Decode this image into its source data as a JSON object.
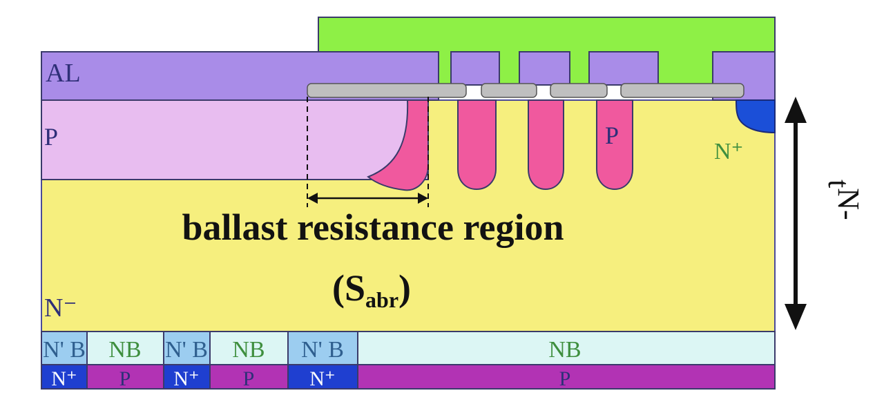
{
  "labels": {
    "al": "AL",
    "p_left": "P",
    "p_mid": "P",
    "n_plus_right": "N⁺",
    "n_minus": "N⁻",
    "region_title": "ballast resistance region",
    "region_symbol_open": "(S",
    "region_symbol_sub": "abr",
    "region_symbol_close": ")",
    "thickness_t": "t",
    "thickness_sub": "N-"
  },
  "buffer_row": [
    "N' B",
    "NB",
    "N' B",
    "NB",
    "N' B",
    "NB"
  ],
  "collector_row": [
    "N⁺",
    "P",
    "N⁺",
    "P",
    "N⁺",
    "P"
  ],
  "colors": {
    "metal_green": "#8ef046",
    "aluminum": "#a98ce8",
    "p_base": "#e8bdf0",
    "p_plus": "#f0599e",
    "drift": "#f6ef7e",
    "oxide": "#bfbfbf",
    "n_plus_contact": "#1b4fd8",
    "nb_cyan": "#dcf6f4",
    "nprime_blue": "#9ccdf0",
    "collector_n": "#1f3fd0",
    "collector_p": "#b233b4"
  }
}
